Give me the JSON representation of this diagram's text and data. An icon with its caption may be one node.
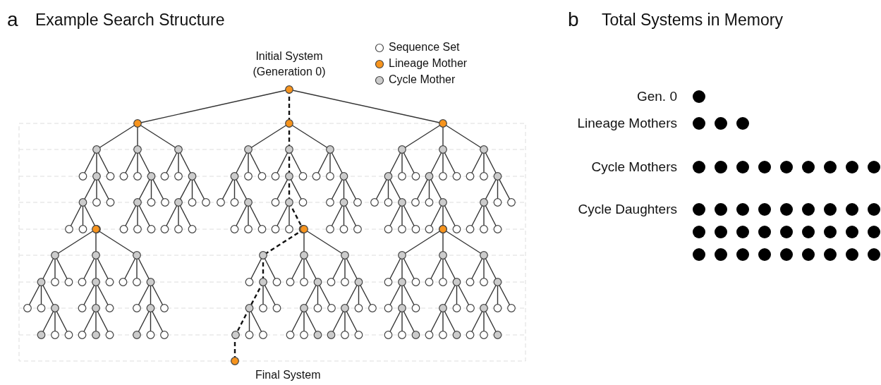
{
  "diagram": {
    "labels": [
      "a",
      "Example Search Structure",
      "b",
      "Total Systems in Memory",
      "Initial System (Generation 0)",
      "Final System",
      "Gen. 0",
      "Lineage Mothers",
      "Cycle Mothers",
      "Cycle Daughters"
    ],
    "legend": [
      {
        "text": "Sequence Set",
        "color": "#ffffff"
      },
      {
        "text": "Lineage Mother",
        "color": "#f7941d"
      },
      {
        "text": "Cycle Mother",
        "color": "#cccccc"
      }
    ]
  }
}
